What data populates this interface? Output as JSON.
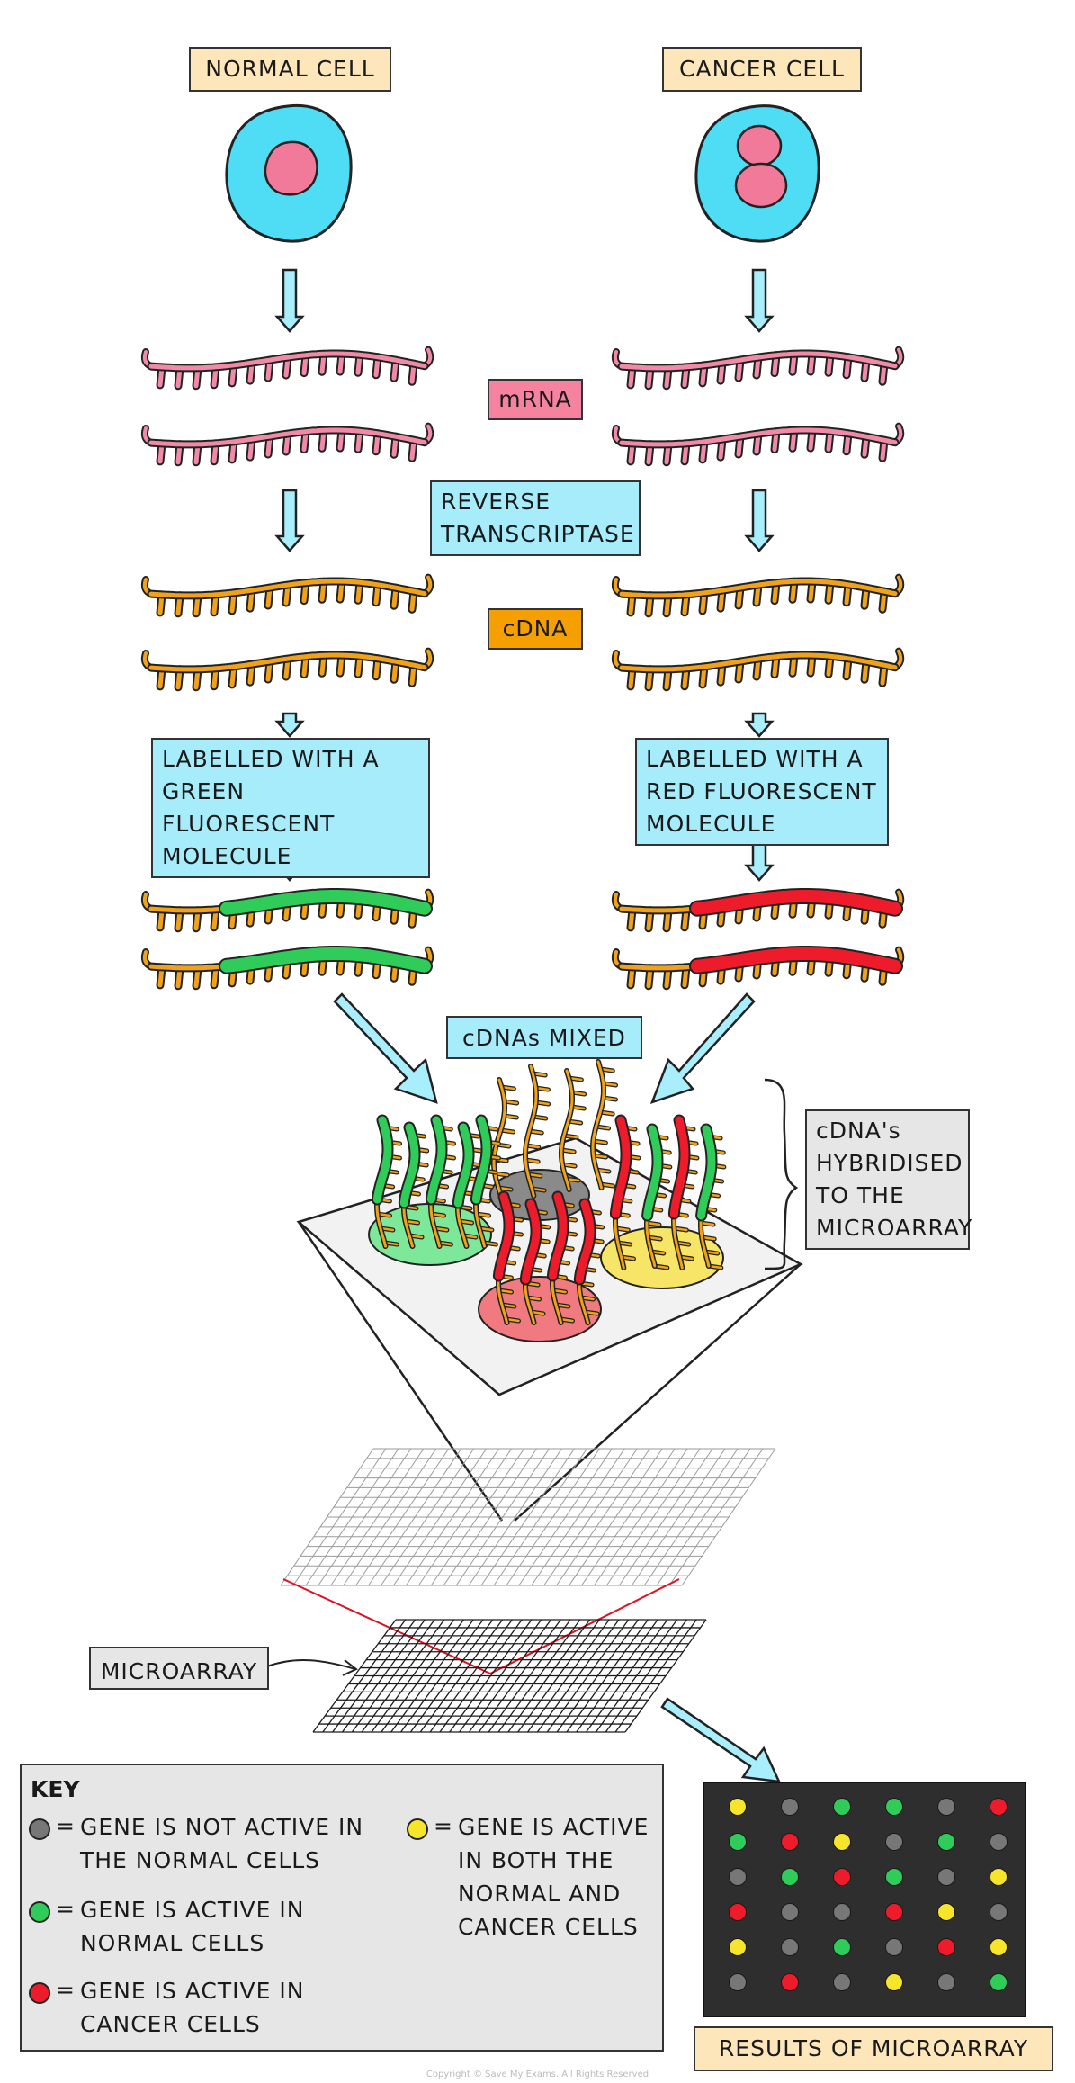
{
  "titles": {
    "normal_cell": "NORMAL CELL",
    "cancer_cell": "CANCER CELL"
  },
  "labels": {
    "mrna": "mRNA",
    "reverse_transcriptase": [
      "REVERSE",
      "TRANSCRIPTASE"
    ],
    "cdna": "cDNA",
    "green_label": [
      "LABELLED WITH A",
      "GREEN FLUORESCENT",
      "MOLECULE"
    ],
    "red_label": [
      "LABELLED WITH A",
      "RED FLUORESCENT",
      "MOLECULE"
    ],
    "mixed": "cDNAs MIXED",
    "hybridised": [
      "cDNA's",
      "HYBRIDISED",
      "TO THE",
      "MICROARRAY"
    ],
    "microarray": "MICROARRAY",
    "results": "RESULTS OF MICROARRAY"
  },
  "key": {
    "title": "KEY",
    "items": [
      {
        "color": "grey",
        "lines": [
          "GENE IS NOT ACTIVE IN",
          "THE NORMAL CELLS"
        ]
      },
      {
        "color": "green",
        "lines": [
          "GENE IS ACTIVE IN",
          "NORMAL CELLS"
        ]
      },
      {
        "color": "red",
        "lines": [
          "GENE IS ACTIVE IN",
          "CANCER CELLS"
        ]
      },
      {
        "color": "yellow",
        "lines": [
          "GENE IS ACTIVE",
          "IN BOTH THE",
          "NORMAL AND",
          "CANCER CELLS"
        ]
      }
    ],
    "equals": "="
  },
  "results_grid": [
    [
      "yellow",
      "grey",
      "green",
      "green",
      "grey",
      "red"
    ],
    [
      "green",
      "red",
      "yellow",
      "grey",
      "green",
      "grey"
    ],
    [
      "grey",
      "green",
      "red",
      "green",
      "grey",
      "yellow"
    ],
    [
      "red",
      "grey",
      "grey",
      "red",
      "yellow",
      "grey"
    ],
    [
      "yellow",
      "grey",
      "green",
      "grey",
      "red",
      "yellow"
    ],
    [
      "grey",
      "red",
      "grey",
      "yellow",
      "grey",
      "green"
    ]
  ],
  "colors": {
    "cell_fill": "#4fdcf5",
    "nucleus": "#f17a9b",
    "mrna": "#f18aa6",
    "cdna": "#f0a21a",
    "green": "#2fcc5a",
    "red": "#ee1c2b",
    "yellow": "#f6e52a",
    "grey": "#777777",
    "arrow": "#a9eefc"
  },
  "copyright": "Copyright © Save My Exams. All Rights Reserved"
}
